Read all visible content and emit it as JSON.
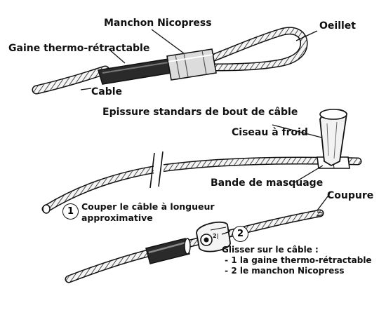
{
  "labels": {
    "manchon": "Manchon Nicopress",
    "oeillet": "Oeillet",
    "gaine": "Gaine thermo-rétractable",
    "cable": "Cable",
    "epissure": "Epissure standars de bout de câble",
    "ciseau": "Ciseau à froid",
    "bande": "Bande de masquage",
    "coupure": "Coupure"
  },
  "steps": [
    {
      "number": "1",
      "lines": [
        "Couper le câble à longueur",
        "approximative"
      ]
    },
    {
      "number": "2",
      "lines": [
        "Glisser sur le câble :",
        " - 1 la gaine thermo-rétractable",
        " - 2 le manchon Nicopress"
      ]
    }
  ],
  "sleeve_marking": "2|"
}
